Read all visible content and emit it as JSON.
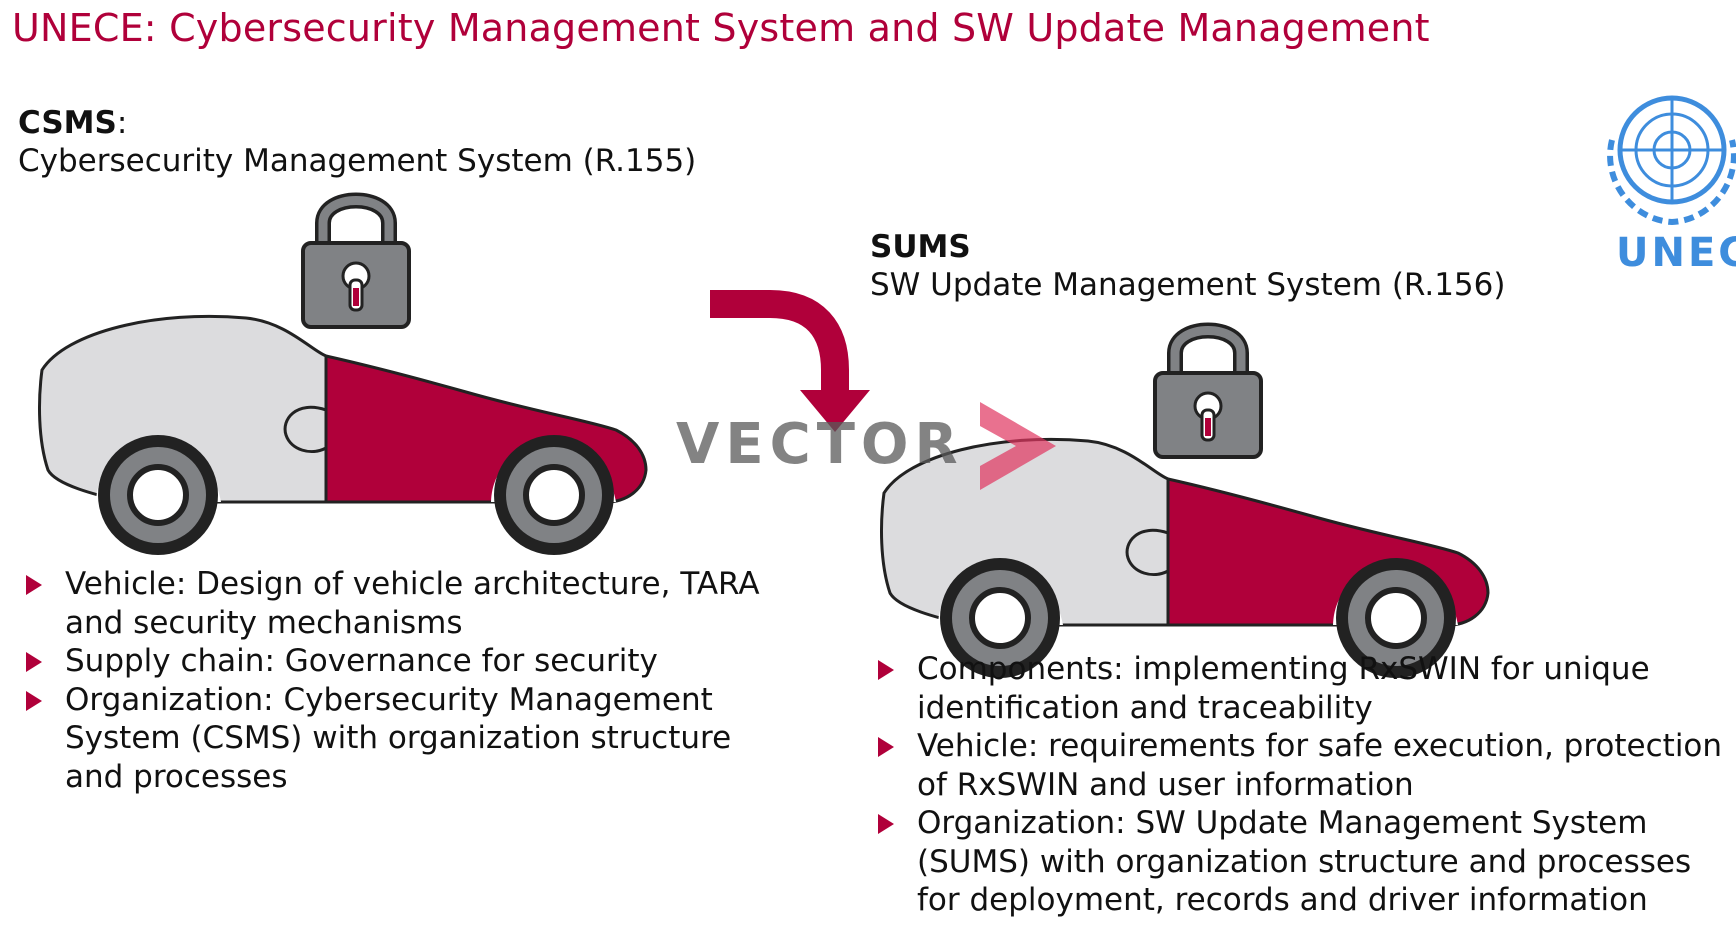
{
  "slide": {
    "title": "UNECE: Cybersecurity Management System and SW Update Management"
  },
  "csms": {
    "abbr": "CSMS",
    "colon": ":",
    "full_name": "Cybersecurity Management System (R.155)",
    "bullets": [
      "Vehicle: Design of vehicle architecture, TARA and security mechanisms",
      "Supply chain: Governance for security",
      "Organization: Cybersecurity Management System (CSMS) with organization structure and processes"
    ]
  },
  "sums": {
    "abbr": "SUMS",
    "full_name": "SW Update Management System (R.156)",
    "bullets": [
      "Components: implementing RxSWIN for unique identification and traceability",
      "Vehicle: requirements for safe execution, protection of RxSWIN and user information",
      "Organization: SW Update Management System (SUMS) with organization structure and processes for deployment, records and driver information"
    ]
  },
  "watermark": {
    "text": "VECTOR"
  },
  "logo": {
    "text": "UNECE"
  },
  "icons": {
    "car": "car-icon",
    "lock": "padlock-icon",
    "arrow": "curved-arrow-icon",
    "bullet": "triangle-bullet-icon",
    "un_emblem": "un-emblem-icon"
  },
  "colors": {
    "accent": "#b0003a",
    "car_left": "#dcdcde",
    "lock": "#808285",
    "logo_blue": "#3e8ddd"
  }
}
